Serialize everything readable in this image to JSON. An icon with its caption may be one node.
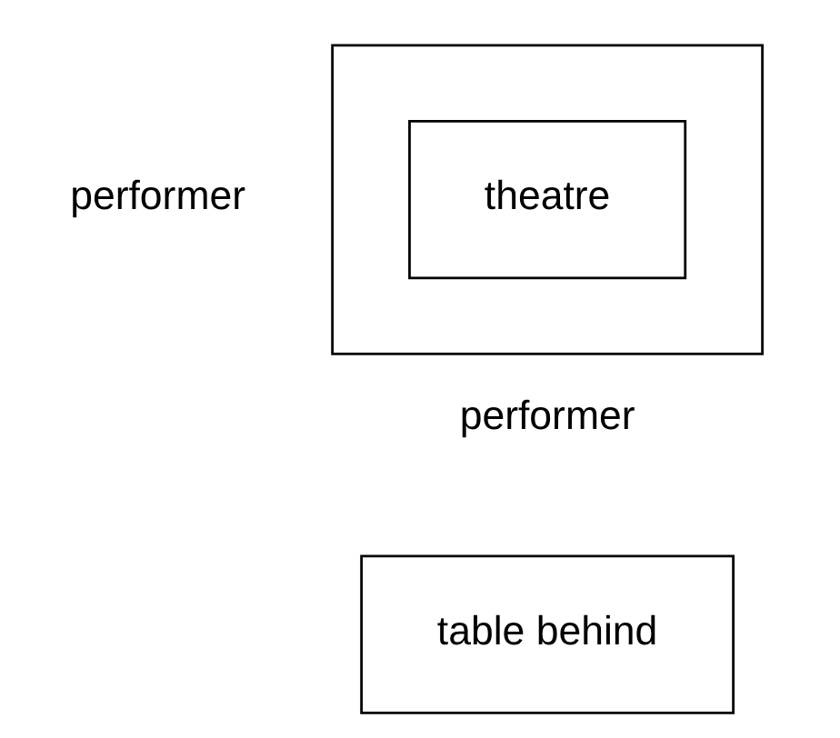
{
  "diagram": {
    "nodes": [
      {
        "text": [],
        "shape": "box",
        "beside": [
          "performer",
          "performer"
        ]
      },
      {
        "text": [
          "theatre"
        ],
        "in": 0
      },
      {
        "text": [
          "table behind"
        ]
      }
    ]
  }
}
